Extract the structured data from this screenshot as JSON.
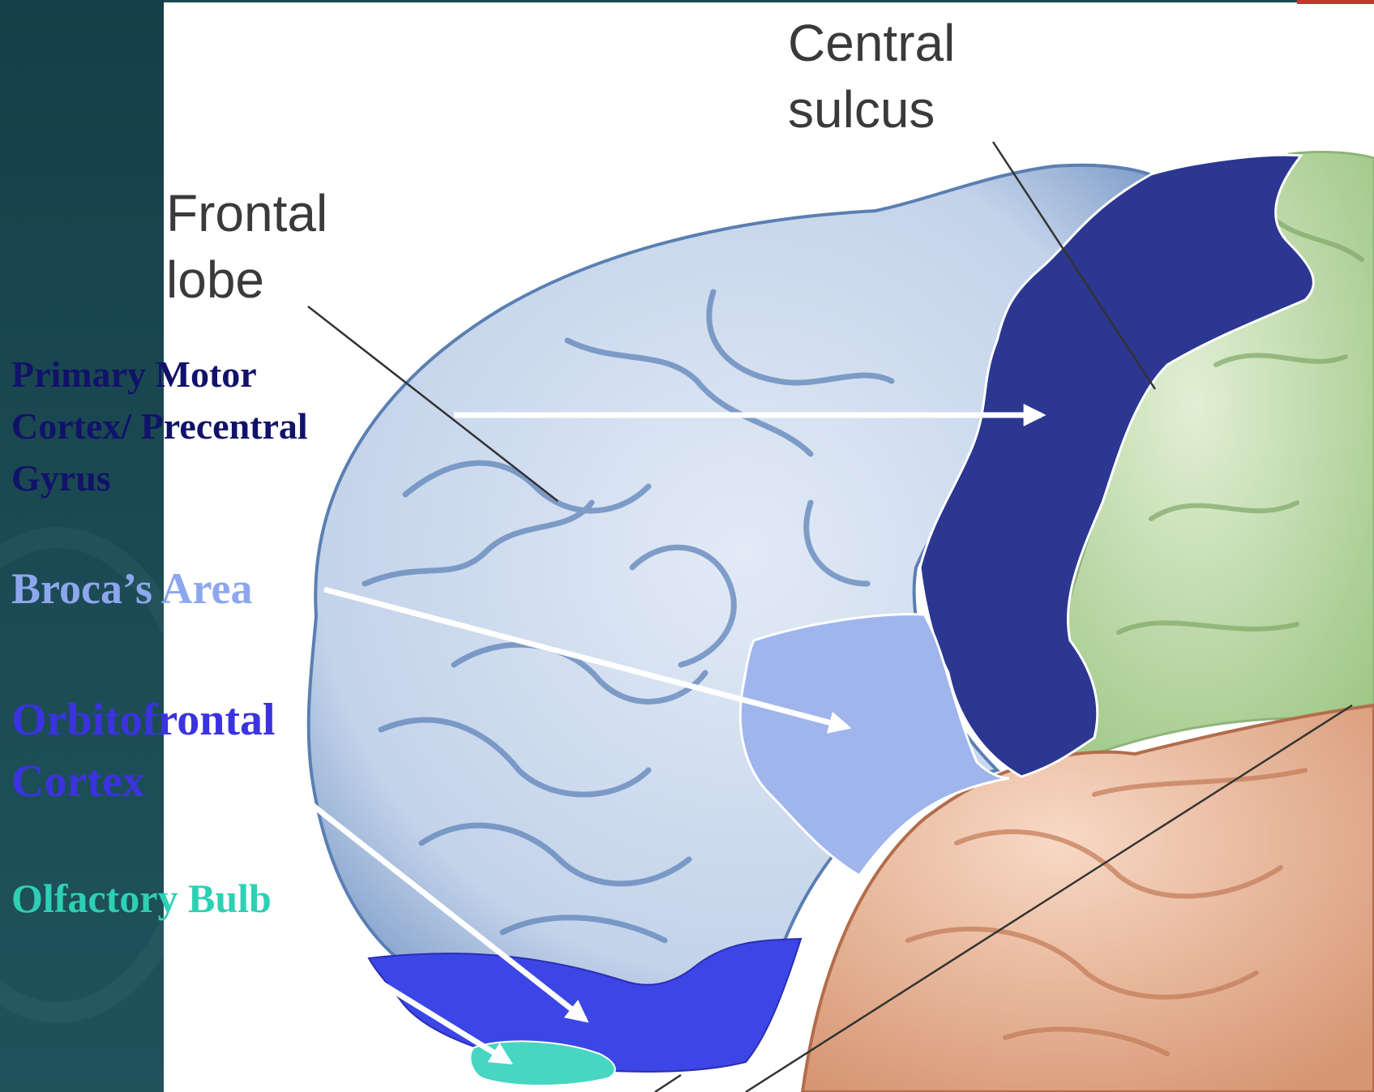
{
  "labels": {
    "central_sulcus": [
      "Central",
      "sulcus"
    ],
    "frontal_lobe": [
      "Frontal",
      "lobe"
    ]
  },
  "regions": {
    "primary_motor": {
      "lines": [
        "Primary Motor",
        "Cortex/ Precentral",
        "Gyrus"
      ],
      "color": "#11126a"
    },
    "broca": {
      "lines": [
        "Broca’s Area"
      ],
      "color": "#8da7ee"
    },
    "orbitofrontal": {
      "lines": [
        "Orbitofrontal",
        "Cortex"
      ],
      "color": "#3b32e0"
    },
    "olfactory": {
      "lines": [
        "Olfactory Bulb"
      ],
      "color": "#2ed0b4"
    }
  },
  "colors": {
    "sidebar": "#1a4750",
    "frontal_lobe": "#c9d7ea",
    "motor_cortex": "#2b3790",
    "broca_area": "#9fb5ec",
    "orbitofrontal_area": "#3c46e6",
    "olfactory_bulb": "#46d6c2",
    "parietal_lobe": "#c4dcb0",
    "temporal_lobe": "#f0c3a8",
    "arrow": "#ffffff"
  }
}
